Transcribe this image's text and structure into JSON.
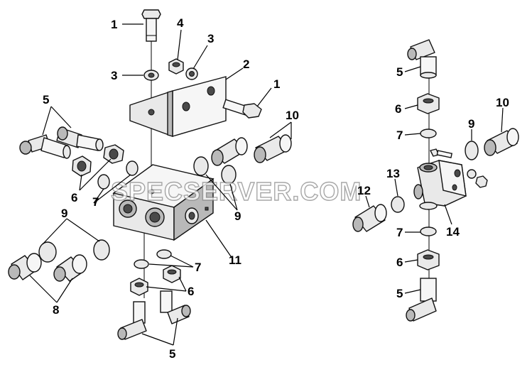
{
  "watermark": "SPECSERVER.COM",
  "callouts": {
    "c1a": "1",
    "c4": "4",
    "c3a": "3",
    "c3b": "3",
    "c2": "2",
    "c1b": "1",
    "c5a": "5",
    "c10a": "10",
    "c6a": "6",
    "c7a": "7",
    "c9a": "9",
    "c9b": "9",
    "c11": "11",
    "c8": "8",
    "c7b": "7",
    "c6b": "6",
    "c5b": "5",
    "c5c": "5",
    "c6c": "6",
    "c7c": "7",
    "c9c": "9",
    "c10b": "10",
    "c13": "13",
    "c12": "12",
    "c14": "14",
    "c7d": "7",
    "c6d": "6",
    "c5d": "5"
  }
}
